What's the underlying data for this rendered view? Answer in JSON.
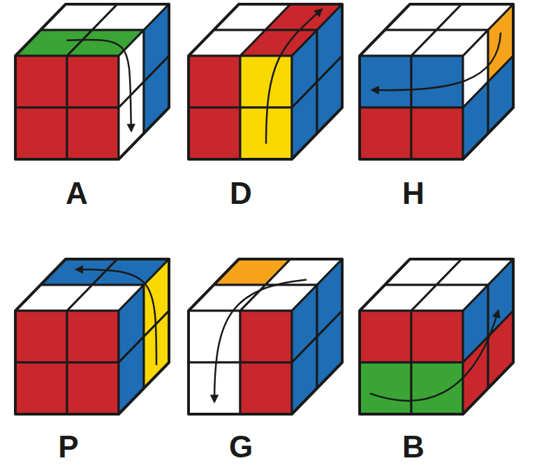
{
  "diagram": {
    "labels": [
      "A",
      "D",
      "H",
      "P",
      "G",
      "B"
    ]
  }
}
